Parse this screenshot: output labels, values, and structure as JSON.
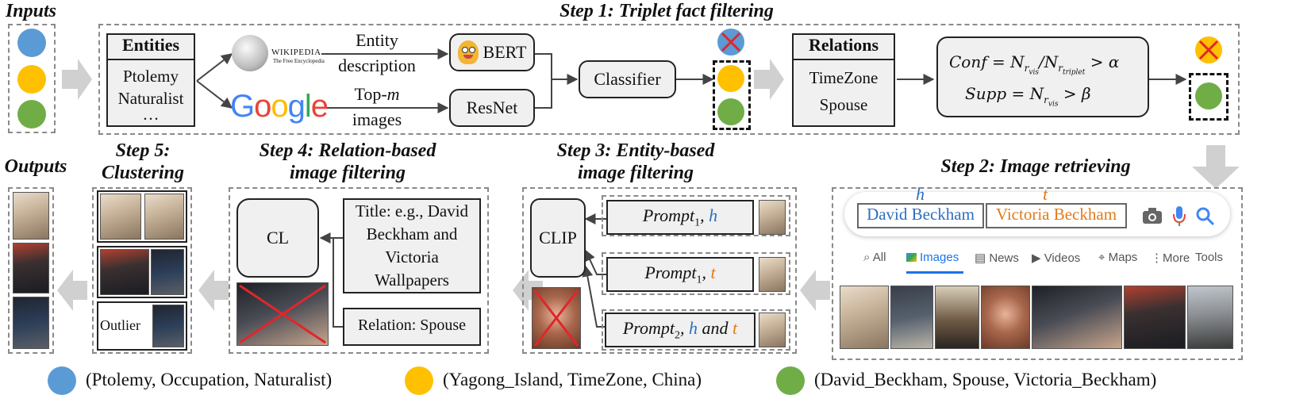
{
  "steps": {
    "inputs": "Inputs",
    "outputs": "Outputs",
    "step1": "Step 1: Triplet fact filtering",
    "step2": "Step 2: Image retrieving",
    "step3_line1": "Step 3: Entity-based",
    "step3_line2": "image filtering",
    "step4_line1": "Step 4: Relation-based",
    "step4_line2": "image filtering",
    "step5_line1": "Step 5:",
    "step5_line2": "Clustering"
  },
  "step1": {
    "entities_header": "Entities",
    "entities": [
      "Ptolemy",
      "Naturalist",
      "…"
    ],
    "wikipedia_wordmark": "WIKIPEDIA",
    "wikipedia_tagline": "The Free Encyclopedia",
    "google_wordmark": "Google",
    "entity_description_line1": "Entity",
    "entity_description_line2": "description",
    "topm_line1": "Top-m",
    "topm_line2": "images",
    "bert": "BERT",
    "resnet": "ResNet",
    "classifier": "Classifier",
    "relations_header": "Relations",
    "relations": [
      "TimeZone",
      "Spouse"
    ],
    "conf_formula": "Conf = N_rvis / N_rtriplet > α",
    "supp_formula": "Supp = N_rvis > β"
  },
  "step2": {
    "h_label": "h",
    "t_label": "t",
    "query_h": "David Beckham",
    "query_t": "Victoria Beckham",
    "tabs": [
      "All",
      "Images",
      "News",
      "Videos",
      "Maps",
      "More",
      "Tools"
    ]
  },
  "step3": {
    "clip": "CLIP",
    "prompts": [
      {
        "base": "Prompt",
        "sub": "1",
        "entity": "h"
      },
      {
        "base": "Prompt",
        "sub": "1",
        "entity": "t"
      },
      {
        "base": "Prompt",
        "sub": "2",
        "entity": "h and t"
      }
    ]
  },
  "step4": {
    "cl": "CL",
    "title_text": "Title: e.g., David Beckham and Victoria Wallpapers",
    "relation_text": "Relation: Spouse"
  },
  "step5": {
    "outlier": "Outlier"
  },
  "legend": [
    {
      "color": "#5b9bd5",
      "text": "(Ptolemy, Occupation, Naturalist)"
    },
    {
      "color": "#ffc000",
      "text": "(Yagong_Island, TimeZone, China)"
    },
    {
      "color": "#70ad47",
      "text": "(David_Beckham, Spouse, Victoria_Beckham)"
    }
  ],
  "colors": {
    "blue": "#5b9bd5",
    "yellow": "#ffc000",
    "green": "#70ad47",
    "h_color": "#2e6fbd",
    "t_color": "#e07b1a",
    "reject_x": "#e0262b"
  }
}
